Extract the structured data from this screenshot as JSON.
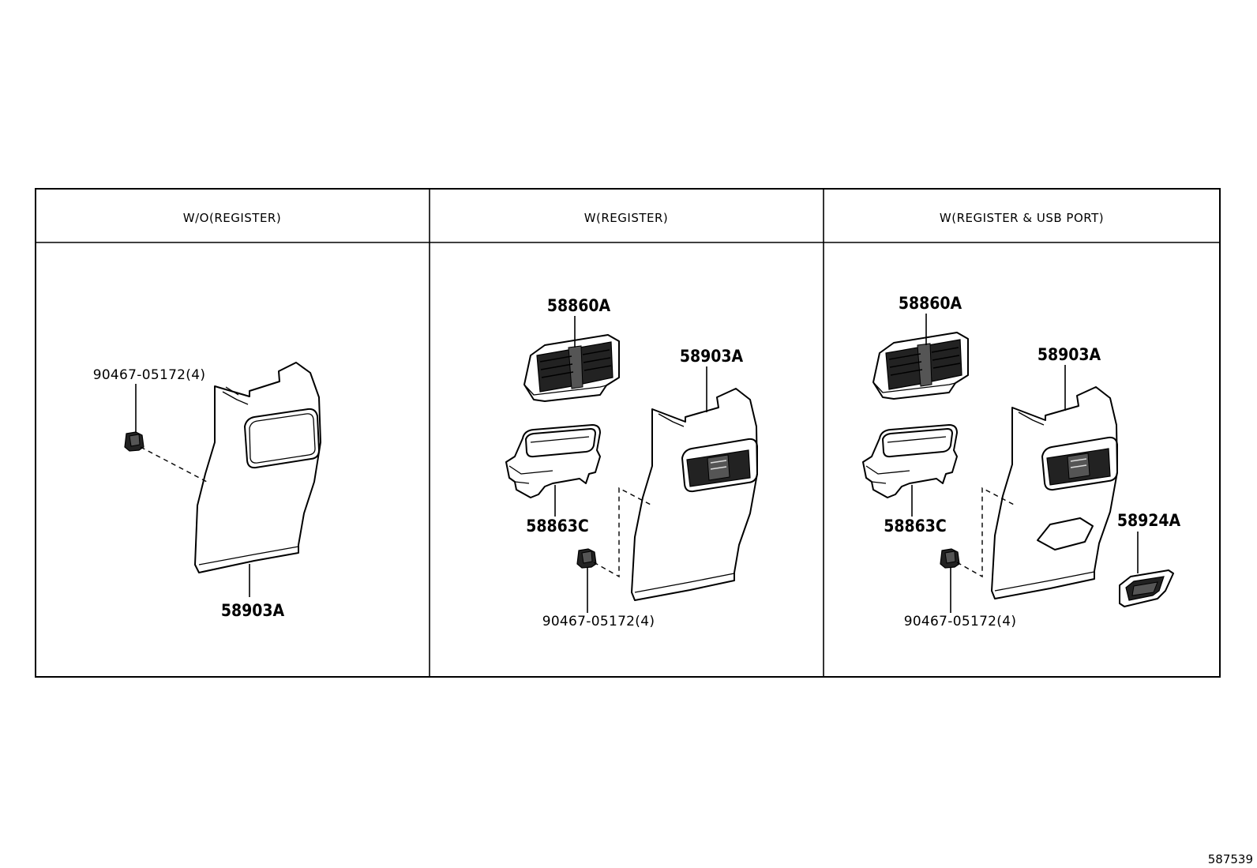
{
  "columns": [
    {
      "title": "W/O(REGISTER)",
      "labels": {
        "clip": "90467-05172(4)",
        "panel": "58903A"
      }
    },
    {
      "title": "W(REGISTER)",
      "labels": {
        "register": "58860A",
        "panel": "58903A",
        "duct": "58863C",
        "clip": "90467-05172(4)"
      }
    },
    {
      "title": "W(REGISTER & USB PORT)",
      "labels": {
        "register": "58860A",
        "panel": "58903A",
        "duct": "58863C",
        "usb_bezel": "58924A",
        "clip": "90467-05172(4)"
      }
    }
  ],
  "figure_number": "587539"
}
